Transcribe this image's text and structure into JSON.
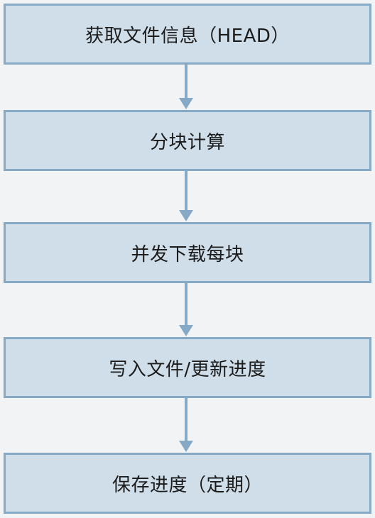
{
  "colors": {
    "background": "#f2f3f5",
    "box_fill": "#cfdee9",
    "box_border": "#86a9c6",
    "arrow": "#86a9c6",
    "text": "#1b1b1b"
  },
  "steps": [
    {
      "label": "获取文件信息（HEAD）"
    },
    {
      "label": "分块计算"
    },
    {
      "label": "并发下载每块"
    },
    {
      "label": "写入文件/更新进度"
    },
    {
      "label": "保存进度（定期）"
    }
  ]
}
